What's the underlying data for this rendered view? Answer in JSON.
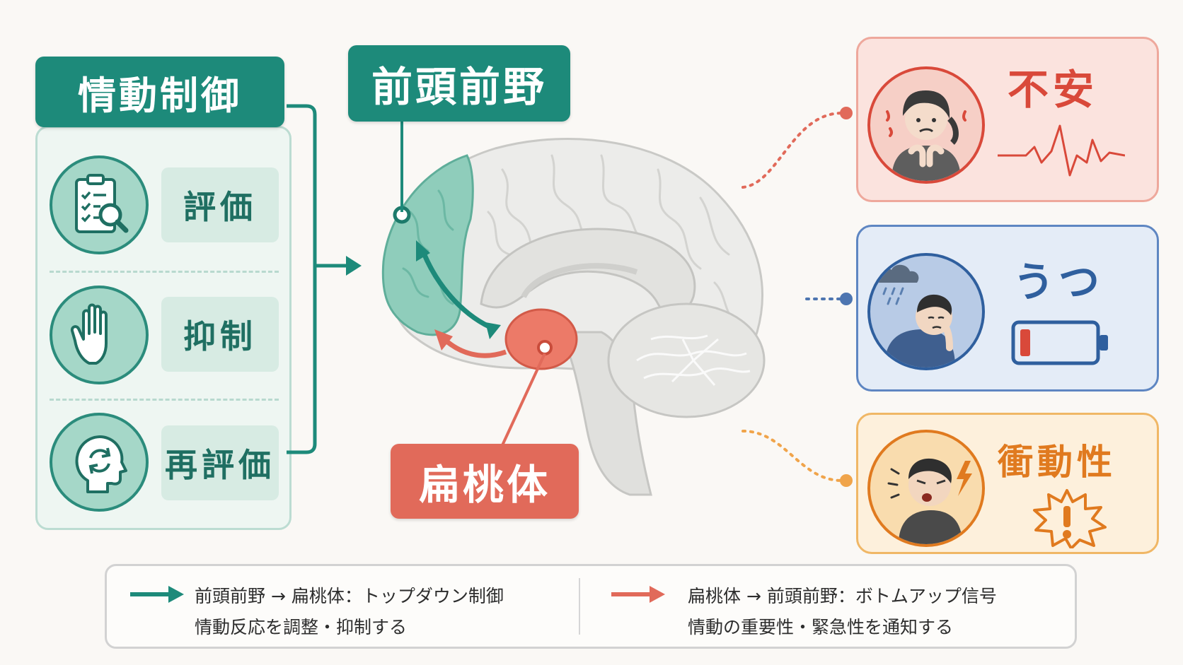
{
  "left_panel": {
    "title": "情動制御",
    "items": [
      {
        "label": "評価",
        "icon": "clipboard-magnifier-icon"
      },
      {
        "label": "抑制",
        "icon": "raised-hand-icon"
      },
      {
        "label": "再評価",
        "icon": "head-refresh-icon"
      }
    ]
  },
  "brain": {
    "pfc_label": "前頭前野",
    "amygdala_label": "扁桃体"
  },
  "cards": {
    "anxiety": {
      "title": "不安",
      "icon": "heartbeat-line-icon"
    },
    "depression": {
      "title": "うつ",
      "icon": "low-battery-icon"
    },
    "impulsivity": {
      "title": "衝動性",
      "icon": "exclamation-burst-icon"
    }
  },
  "legend": {
    "top_down": {
      "line1": "前頭前野 → 扁桃体：トップダウン制御",
      "line2": "情動反応を調整・抑制する"
    },
    "bottom_up": {
      "line1": "扁桃体 → 前頭前野：ボトムアップ信号",
      "line2": "情動の重要性・緊急性を通知する"
    }
  },
  "colors": {
    "teal": "#1d8a7a",
    "coral": "#e16a5a",
    "anxiety": "#d9493a",
    "depression": "#2f5f9e",
    "impulsivity": "#e07a1f"
  }
}
